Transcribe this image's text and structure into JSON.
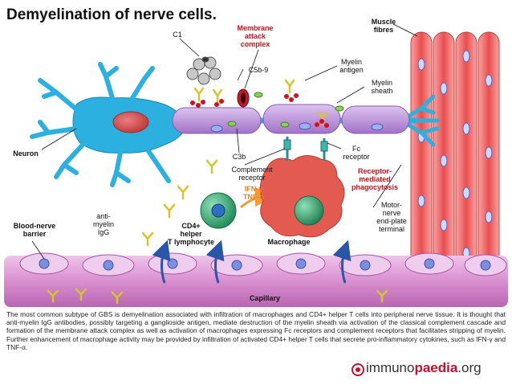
{
  "title": "Demyelination of nerve cells.",
  "labels": {
    "c1": "C1",
    "membrane_attack_complex": "Membrane\nattack\ncomplex",
    "c5b9": "C5b-9",
    "myelin_antigen": "Myelin\nantigen",
    "myelin_sheath": "Myelin\nsheath",
    "muscle_fibres": "Muscle\nfibres",
    "neuron": "Neuron",
    "c3b": "C3b",
    "complement_receptor": "Complement\nreceptor",
    "ifn_tnf": "IFN-γ\nTNF-α",
    "fc_receptor": "Fc\nreceptor",
    "receptor_mediated_phagocytosis": "Receptor-\nmediated\nphagocytosis",
    "anti_myelin_igg": "anti-\nmyelin\nIgG",
    "blood_nerve_barrier": "Blood-nerve\nbarrier",
    "cd4_helper": "CD4+\nhelper\nT lymphocyte",
    "macrophage": "Macrophage",
    "motor_nerve_terminal": "Motor-\nnerve\nend-plate\nterminal",
    "capillary": "Capillary"
  },
  "caption": "The most common subtype of GBS is demyelination associated with infiltration of macrophages and CD4+ helper T cells into peripheral nerve tissue. It is thought that anti-myelin IgG antibodies, possibly targeting a ganglioside antigen, mediate destruction of the myelin sheath via activation of the classical complement cascade and formation of the membrane attack complex as well as activation of macrophages expressing Fc receptors and complement receptors that facilitates stripping of myelin. Further enhancement of macrophage activity may be provided by infiltration of activated CD4+ helper T cells that secrete pro-inflammatory cytokines, such as IFN-γ and TNF-α.",
  "brand": {
    "part1": "immuno",
    "part2": "paedia",
    "part3": ".org"
  },
  "colors": {
    "neuron": "#29a8d8",
    "myelin": "#b787d6",
    "muscle": "#ef5a5a",
    "capillary": "#d98fd0",
    "macrophage": "#e35b50",
    "t_cell": "#2e9f6b",
    "antibody": "#d6c62a",
    "brand_red": "#c8102e"
  }
}
